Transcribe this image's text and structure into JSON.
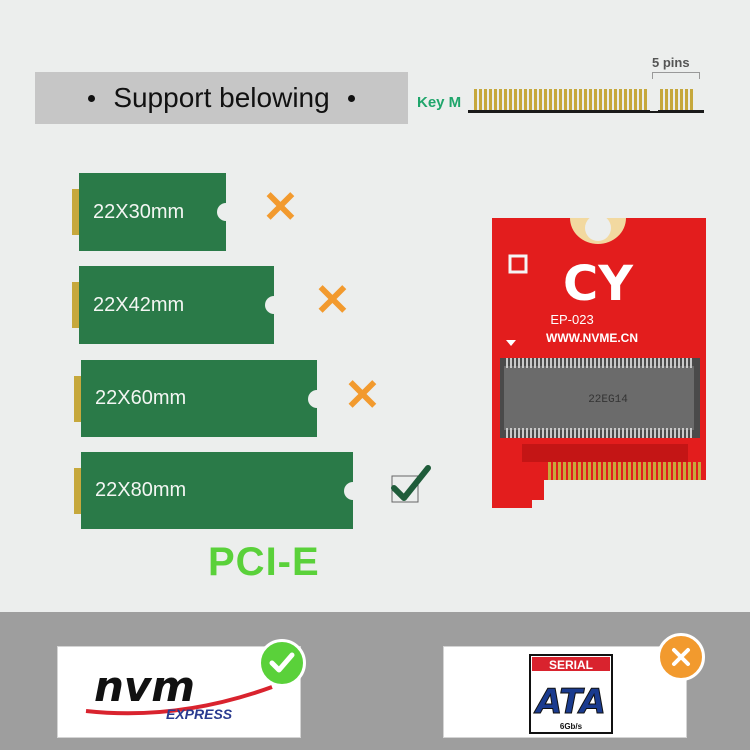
{
  "banner": {
    "text": "Support belowing"
  },
  "connector": {
    "key_label": "Key M",
    "pins_label": "5 pins"
  },
  "cards": [
    {
      "label": "22X30mm",
      "supported": false
    },
    {
      "label": "22X42mm",
      "supported": false
    },
    {
      "label": "22X60mm",
      "supported": false
    },
    {
      "label": "22X80mm",
      "supported": true
    }
  ],
  "interface": {
    "label": "PCI-E"
  },
  "board": {
    "brand": "CY",
    "model": "EP-023",
    "url": "WWW.NVME.CN",
    "chip_text": "22EG14"
  },
  "protocols": [
    {
      "name": "nvm",
      "sub": "EXPRESS",
      "supported": true
    },
    {
      "line1": "SERIAL",
      "line2": "ATA",
      "line3": "6Gb/s",
      "supported": false
    }
  ],
  "colors": {
    "card_green": "#2a7a48",
    "cross_orange": "#f29a2e",
    "check_green": "#5ad13a",
    "board_red": "#e31d1d",
    "gold": "#c6a83c"
  }
}
